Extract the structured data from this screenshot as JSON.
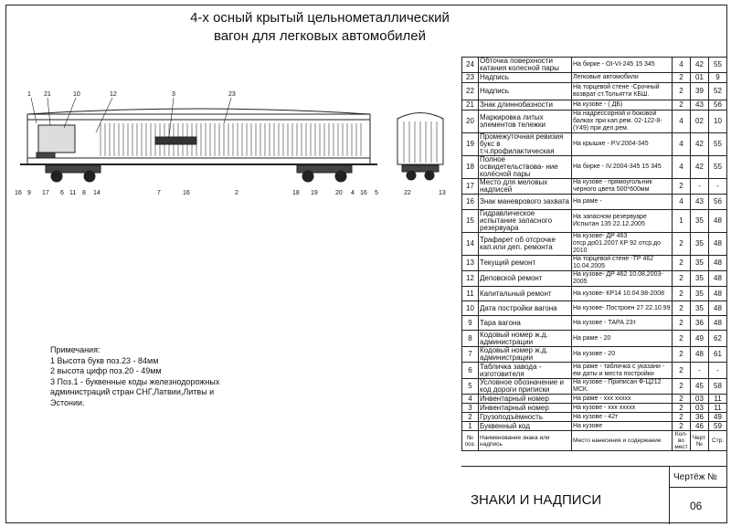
{
  "title": {
    "line1": "4-х осный крытый цельнометаллический",
    "line2": "вагон для легковых автомобилей"
  },
  "callouts": {
    "top": [
      "1",
      "21",
      "10",
      "12",
      "3",
      "23"
    ],
    "bottom_left": [
      "16",
      "9",
      "17",
      "6",
      "11",
      "8",
      "14",
      "7",
      "16",
      "2"
    ],
    "bottom_right": [
      "18",
      "19",
      "20",
      "4",
      "16",
      "5",
      "22",
      "13"
    ]
  },
  "notes": {
    "heading": "Примечания:",
    "lines": [
      "1 Высота букв поз.23 - 84мм",
      "2 высота цифр поз.20 - 49мм",
      "3 Поз.1 - буквенные коды железнодорожных",
      "администраций стран СНГ,Латвии,Литвы и",
      "Эстонии."
    ]
  },
  "table": {
    "rows": [
      {
        "n": "24",
        "name": "Обточка поверхности катания колесной пары",
        "place": "На бирке - ОI-VI-245  15 345",
        "c1": "4",
        "c2": "42",
        "c3": "55"
      },
      {
        "n": "23",
        "name": "Надпись",
        "place": "Легковые автомобили",
        "c1": "2",
        "c2": "01",
        "c3": "9"
      },
      {
        "n": "22",
        "name": "Надпись",
        "place": "На торцевой стене -Срочный возврат ст.Тольятти КБШ.",
        "c1": "2",
        "c2": "39",
        "c3": "52"
      },
      {
        "n": "21",
        "name": "Знак длиннобазности",
        "place": "На кузове - ( ДБ)",
        "c1": "2",
        "c2": "43",
        "c3": "56"
      },
      {
        "n": "20",
        "name": "Маркировка литых элементов тележки",
        "place": "На надрессорной и боковой балках при кап.рем. 02-122-8-(Y49) при деп.рем.",
        "c1": "4",
        "c2": "02",
        "c3": "10"
      },
      {
        "n": "19",
        "name": "Промежуточная ревизия букс в т.ч.профилактическая",
        "place": "На крышке - Р.V.2004-345",
        "c1": "4",
        "c2": "42",
        "c3": "55"
      },
      {
        "n": "18",
        "name": "Полное освидетельствова- ние колёсной пары",
        "place": "На бирке - IV.2004-345  15 345",
        "c1": "4",
        "c2": "42",
        "c3": "55"
      },
      {
        "n": "17",
        "name": "Место для меловых надписей",
        "place": "На кузове - прямоугольник черного цвета 500*600мм",
        "c1": "2",
        "c2": "-",
        "c3": "-"
      },
      {
        "n": "16",
        "name": "Знак маневрового захвата",
        "place": "На раме -",
        "c1": "4",
        "c2": "43",
        "c3": "56"
      },
      {
        "n": "15",
        "name": "Гидравлическое испытание запасного резервуара",
        "place": "На запасном резервуаре  Испытан 135 22.12.2005",
        "c1": "1",
        "c2": "35",
        "c3": "48"
      },
      {
        "n": "14",
        "name": "Трафарет об отсрочке кап.или деп. ремонта",
        "place": "На кузове- ДР 463 отср.до01.2007 КР 92 отср.до 2010",
        "c1": "2",
        "c2": "35",
        "c3": "48"
      },
      {
        "n": "13",
        "name": "Текущий ремонт",
        "place": "На торцевой стене -ТР 462 10.04.2005",
        "c1": "2",
        "c2": "35",
        "c3": "48"
      },
      {
        "n": "12",
        "name": "Деповской ремонт",
        "place": "На кузове- ДР 462 10.08.2003-2005",
        "c1": "2",
        "c2": "35",
        "c3": "48"
      },
      {
        "n": "11",
        "name": "Капитальный ремонт",
        "place": "На кузове- КР14 10.04.98-2008",
        "c1": "2",
        "c2": "35",
        "c3": "48"
      },
      {
        "n": "10",
        "name": "Дата постройки вагона",
        "place": "На кузове- Построен 27 22.10.99",
        "c1": "2",
        "c2": "35",
        "c3": "48"
      },
      {
        "n": "9",
        "name": "Тара вагона",
        "place": "На кузове - ТАРА 23т",
        "c1": "2",
        "c2": "36",
        "c3": "48"
      },
      {
        "n": "8",
        "name": "Кодовый номер ж.д. администрации",
        "place": "На раме - 20",
        "c1": "2",
        "c2": "49",
        "c3": "62"
      },
      {
        "n": "7",
        "name": "Кодовый номер ж.д. администрации",
        "place": "На кузове - 20",
        "c1": "2",
        "c2": "48",
        "c3": "61"
      },
      {
        "n": "6",
        "name": "Табличка завода - изготовителя",
        "place": "На раме - табличка с указани - ем даты и места постройки",
        "c1": "2",
        "c2": "-",
        "c3": "-"
      },
      {
        "n": "5",
        "name": "Условное обозначение и код дороги приписки",
        "place": "На кузове - Приписан Ф-Ц212 МСК.",
        "c1": "2",
        "c2": "45",
        "c3": "58"
      },
      {
        "n": "4",
        "name": "Инвентарный номер",
        "place": "На раме - ххх ххххх",
        "c1": "2",
        "c2": "03",
        "c3": "11"
      },
      {
        "n": "3",
        "name": "Инвентарный номер",
        "place": "На кузове - ххх ххххх",
        "c1": "2",
        "c2": "03",
        "c3": "11"
      },
      {
        "n": "2",
        "name": "Грузоподъёмность",
        "place": "На кузове - 42т",
        "c1": "2",
        "c2": "36",
        "c3": "49"
      },
      {
        "n": "1",
        "name": "Буквенный код",
        "place": "На кузове",
        "c1": "2",
        "c2": "46",
        "c3": "59"
      }
    ],
    "header": {
      "n": "№ поз.",
      "name": "Наименование знака или надпись",
      "place": "Место нанесения и содержание",
      "c1": "Кол-во мест",
      "c2": "Черт. №",
      "c3": "Стр."
    }
  },
  "titleblock": {
    "name": "ЗНАКИ И НАДПИСИ",
    "drawing_label": "Чертёж №",
    "drawing_number": "06"
  }
}
